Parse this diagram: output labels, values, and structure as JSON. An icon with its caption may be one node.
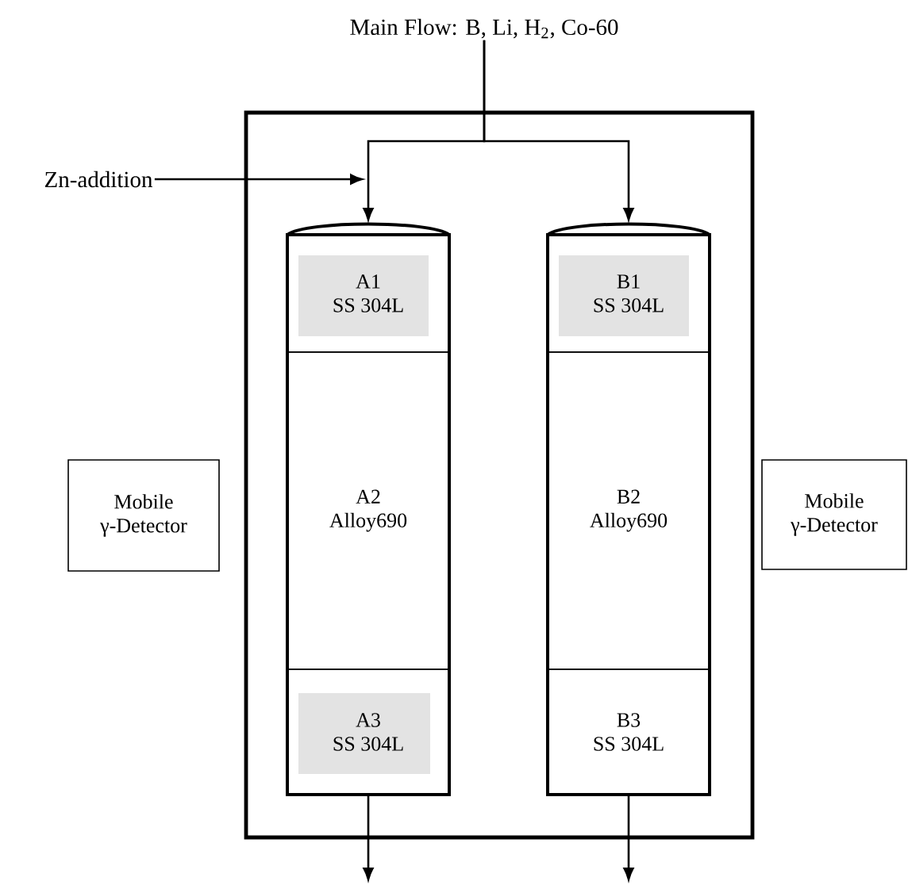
{
  "diagram": {
    "nodes": [
      {
        "text": [
          "Main Flow: B, Li, H$_{2}$, Co-60"
        ]
      },
      {
        "text": [
          "Zn-addition"
        ]
      },
      {
        "text": [],
        "shape": "box"
      },
      {
        "text": [],
        "shape": "cylinder",
        "in": 2
      },
      {
        "text": [
          "A1",
          "SS 304L"
        ],
        "in": 3
      },
      {
        "text": [
          "A2",
          "Alloy690"
        ],
        "in": 3
      },
      {
        "text": [
          "A3",
          "SS 304L"
        ],
        "in": 3
      },
      {
        "text": [],
        "shape": "cylinder",
        "in": 2
      },
      {
        "text": [
          "B1",
          "SS 304L"
        ],
        "in": 7
      },
      {
        "text": [
          "B2",
          "Alloy690"
        ],
        "in": 7
      },
      {
        "text": [
          "B3",
          "SS 304L"
        ],
        "in": 7
      },
      {
        "text": [
          "Mobile γ-Detector"
        ]
      },
      {
        "text": [
          "Mobile γ-Detector"
        ]
      }
    ],
    "edges": [
      {
        "from": 0,
        "to": 3,
        "arrow": "to"
      },
      {
        "from": 0,
        "to": 7,
        "arrow": "to"
      },
      {
        "from": 1,
        "to": 3,
        "arrow": "to"
      },
      {
        "from": 3,
        "to": null,
        "arrow": "to"
      },
      {
        "from": 7,
        "to": null,
        "arrow": "to"
      }
    ]
  }
}
